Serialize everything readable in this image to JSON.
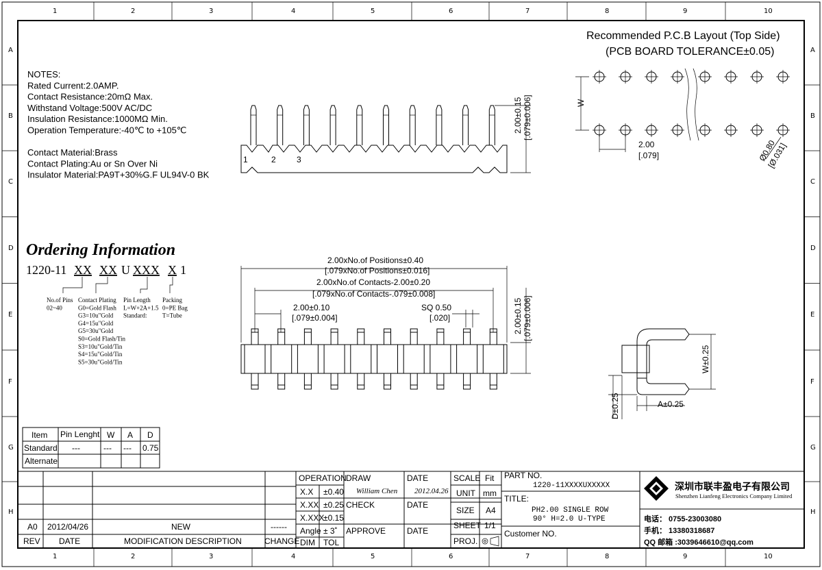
{
  "border": {
    "col_labels": [
      "1",
      "2",
      "3",
      "4",
      "5",
      "6",
      "7",
      "8",
      "9",
      "10"
    ],
    "row_labels": [
      "A",
      "B",
      "C",
      "D",
      "E",
      "F",
      "G",
      "H"
    ]
  },
  "notes": {
    "lines": [
      "NOTES:",
      "Rated Current:2.0AMP.",
      "Contact Resistance:20mΩ Max.",
      "Withstand Voltage:500V AC/DC",
      "Insulation Resistance:1000MΩ Min.",
      "Operation Temperature:-40℃ to +105℃",
      "",
      "Contact Material:Brass",
      "Contact Plating:Au or Sn Over Ni",
      "Insulator Material:PA9T+30%G.F UL94V-0 BK"
    ]
  },
  "ordering": {
    "title": "Ordering Information",
    "code_prefix": "1220-11",
    "code_parts": [
      "XX",
      "XX",
      "U",
      "XXX",
      "X",
      "1"
    ],
    "pins_label": [
      "No.of Pins",
      "02~40"
    ],
    "plating_label": [
      "Contact Plating",
      "G0=Gold Flash",
      "G3=10u\"Gold",
      "G4=15u\"Gold",
      "G5=30u\"Gold",
      "S0=Gold Flash/Tin",
      "S3=10u\"Gold/Tin",
      "S4=15u\"Gold/Tin",
      "S5=30u\"Gold/Tin"
    ],
    "length_label": [
      "Pin Length",
      "L=W+2A+1.5",
      "Standard:"
    ],
    "packing_label": [
      "Packing",
      "0=PE Bag",
      "T=Tube"
    ]
  },
  "pcb": {
    "title1": "Recommended P.C.B Layout (Top Side)",
    "title2": "(PCB BOARD TOLERANCE±0.05)",
    "w_label": "W",
    "pitch": "2.00",
    "pitch_in": "[.079]",
    "hole": "Ø0.80",
    "hole_in": "[Ø.031]"
  },
  "side_view": {
    "height": "2.00±0.15",
    "height_in": "[.079±0.006]",
    "pin_labels": [
      "1",
      "2",
      "3"
    ]
  },
  "front_view": {
    "dim1": "2.00xNo.of  Positions±0.40",
    "dim1_in": "[.079xNo.of  Positions±0.016]",
    "dim2": "2.00xNo.of  Contacts-2.00±0.20",
    "dim2_in": "[.079xNo.of  Contacts-.079±0.008]",
    "pitch": "2.00±0.10",
    "pitch_in": "[.079±0.004]",
    "sq": "SQ  0.50",
    "sq_in": "[.020]",
    "height": "2.00±0.15",
    "height_in": "[.079±0.006]"
  },
  "right_angle": {
    "w": "W±0.25",
    "d": "D±0.25",
    "a": "A±0.25"
  },
  "pin_table": {
    "headers": [
      "Item",
      "Pin Lenght",
      "W",
      "A",
      "D"
    ],
    "rows": [
      [
        "Standard",
        "---",
        "---",
        "---",
        "0.75"
      ],
      [
        "Alternate",
        "",
        "",
        "",
        ""
      ]
    ]
  },
  "revision": {
    "rev": "A0",
    "date": "2012/04/26",
    "desc": "NEW",
    "change": "------",
    "headers": [
      "REV",
      "DATE",
      "MODIFICATION  DESCRIPTION",
      "CHANGE"
    ]
  },
  "title_block": {
    "operation": "OPERATION",
    "tol_rows": [
      [
        "X.X",
        "±0.40"
      ],
      [
        "X.XX",
        "±0.25"
      ],
      [
        "X.XXX",
        "±0.15"
      ],
      [
        "Angle",
        "±  3˚"
      ],
      [
        "DIM",
        "TOL"
      ]
    ],
    "draw": "DRAW",
    "drawer": "William Chen",
    "date_label": "DATE",
    "draw_date": "2012.04.26",
    "check": "CHECK",
    "approve": "APPROVE",
    "scale": "SCALE",
    "fit": "Fit",
    "unit": "UNIT",
    "unit_val": "mm",
    "size": "SIZE",
    "size_val": "A4",
    "sheet": "SHEET",
    "sheet_val": "1/1",
    "proj": "PROJ.",
    "part_no_label": "PART  NO.",
    "part_no": "1220-11XXXXUXXXXX",
    "title_label": "TITLE:",
    "title1": "PH2.00 SINGLE ROW",
    "title2": "90° H=2.0 U-TYPE",
    "customer": "Customer  NO.",
    "company_cn": "深圳市联丰盈电子有限公司",
    "company_en": "Shenzhen Lianfeng Electronics Company Limited",
    "tel": "电话： 0755-23003080",
    "mobile": "手机： 13380318687",
    "qq": "QQ 邮箱 :3039646610@qq.com"
  }
}
